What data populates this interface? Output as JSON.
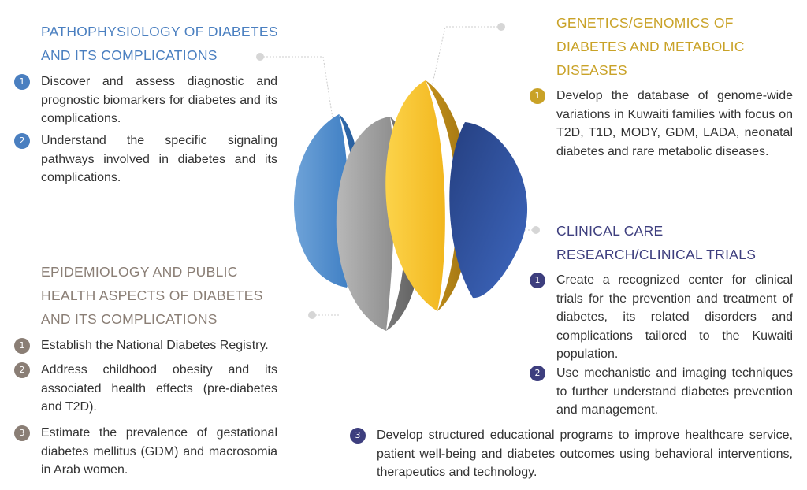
{
  "colors": {
    "pathophysiology": "#4a7fc0",
    "genetics": "#c9a227",
    "epidemiology": "#8a7e75",
    "clinical": "#3d3e7e"
  },
  "sections": {
    "pathophysiology": {
      "heading": [
        "PATHOPHYSIOLOGY OF DIABETES",
        "AND ITS COMPLICATIONS"
      ],
      "items": [
        {
          "num": "1",
          "text": "Discover and assess diagnostic and prognostic biomarkers for diabetes and its complications."
        },
        {
          "num": "2",
          "text": "Understand the specific signaling pathways involved in diabetes and its complications."
        }
      ]
    },
    "genetics": {
      "heading": [
        "GENETICS/GENOMICS OF",
        "DIABETES AND METABOLIC",
        "DISEASES"
      ],
      "items": [
        {
          "num": "1",
          "text": "Develop the database of genome-wide variations in Kuwaiti families with focus on T2D, T1D, MODY, GDM, LADA, neonatal diabetes and rare metabolic diseases."
        }
      ]
    },
    "epidemiology": {
      "heading": [
        "EPIDEMIOLOGY AND PUBLIC",
        "HEALTH ASPECTS OF DIABETES",
        "AND ITS COMPLICATIONS"
      ],
      "items": [
        {
          "num": "1",
          "text": "Establish the National Diabetes Registry."
        },
        {
          "num": "2",
          "text": "Address childhood obesity and its associated health effects (pre-diabetes and T2D)."
        },
        {
          "num": "3",
          "text": "Estimate the prevalence of gestational diabetes mellitus (GDM) and macrosomia in Arab women."
        }
      ]
    },
    "clinical": {
      "heading": [
        "CLINICAL CARE",
        "RESEARCH/CLINICAL TRIALS"
      ],
      "items": [
        {
          "num": "1",
          "text": "Create a recognized center for clinical trials for the prevention and treatment of diabetes, its related disorders and complications tailored to the Kuwaiti population."
        },
        {
          "num": "2",
          "text": "Use mechanistic and imaging techniques to further understand diabetes prevention and management."
        },
        {
          "num": "3",
          "text": "Develop structured educational programs to improve healthcare service, patient well-being and diabetes outcomes using behavioral interventions, therapeutics and technology."
        }
      ]
    }
  }
}
